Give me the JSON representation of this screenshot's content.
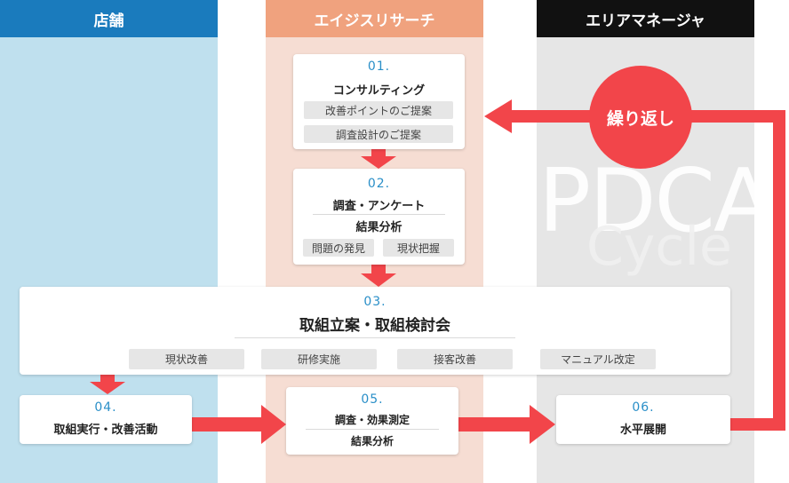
{
  "columns": {
    "store": "店舗",
    "research": "エイジスリサーチ",
    "manager": "エリアマネージャ"
  },
  "colors": {
    "store_head": "#1a7bbd",
    "store_body": "#bfe0ee",
    "research_head": "#f0a27e",
    "research_body": "#f6ddd3",
    "manager_head": "#111111",
    "manager_body": "#e6e6e6",
    "accent": "#f2454a",
    "number": "#2a8fc8"
  },
  "watermark": {
    "line1": "PDCA",
    "line2": "Cycle"
  },
  "repeat_label": "繰り返し",
  "steps": {
    "s01": {
      "num": "01.",
      "title": "コンサルティング",
      "items": [
        "改善ポイントのご提案",
        "調査設計のご提案"
      ]
    },
    "s02": {
      "num": "02.",
      "title": "調査・アンケート",
      "subtitle": "結果分析",
      "items": [
        "問題の発見",
        "現状把握"
      ]
    },
    "s03": {
      "num": "03.",
      "title": "取組立案・取組検討会",
      "items": [
        "現状改善",
        "研修実施",
        "接客改善",
        "マニュアル改定"
      ]
    },
    "s04": {
      "num": "04.",
      "title": "取組実行・改善活動"
    },
    "s05": {
      "num": "05.",
      "title": "調査・効果測定",
      "subtitle": "結果分析"
    },
    "s06": {
      "num": "06.",
      "title": "水平展開"
    }
  }
}
